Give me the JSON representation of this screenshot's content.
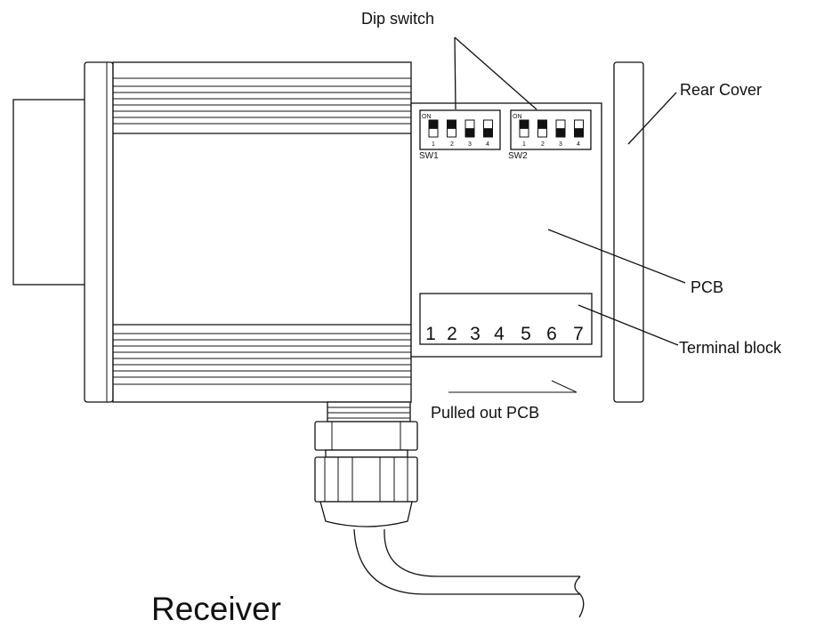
{
  "labels": {
    "dip_switch": "Dip switch",
    "rear_cover": "Rear Cover",
    "pcb": "PCB",
    "terminal_block": "Terminal block",
    "pulled_out_pcb": "Pulled out PCB",
    "receiver": "Receiver"
  },
  "switches": [
    {
      "name": "SW1",
      "on_label": "ON",
      "positions": [
        {
          "num": "1",
          "state": "on"
        },
        {
          "num": "2",
          "state": "on"
        },
        {
          "num": "3",
          "state": "off"
        },
        {
          "num": "4",
          "state": "off"
        }
      ]
    },
    {
      "name": "SW2",
      "on_label": "ON",
      "positions": [
        {
          "num": "1",
          "state": "on"
        },
        {
          "num": "2",
          "state": "on"
        },
        {
          "num": "3",
          "state": "off"
        },
        {
          "num": "4",
          "state": "off"
        }
      ]
    }
  ],
  "terminal_numbers": [
    "1",
    "2",
    "3",
    "4",
    "5",
    "6",
    "7"
  ]
}
